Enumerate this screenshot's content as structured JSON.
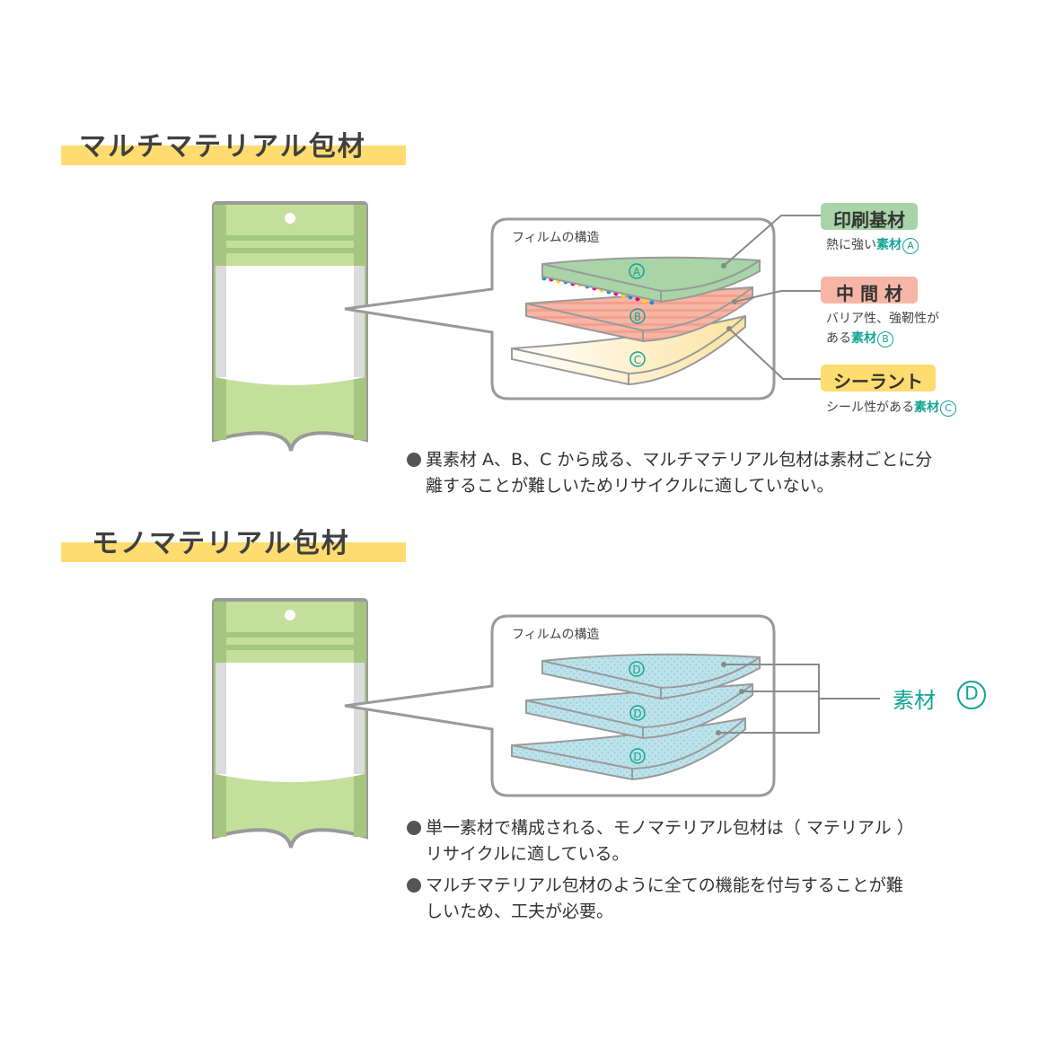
{
  "sections": {
    "multi": {
      "title": "マルチマテリアル包材",
      "film_caption": "フィルムの構造",
      "layers": [
        {
          "mark": "A",
          "label": "印刷基材",
          "desc_line1": "熱に強い",
          "desc_material": "素材",
          "color": "#a8d4a8"
        },
        {
          "mark": "B",
          "label": "中 間 材",
          "desc_line1": "バリア性、強靭性が",
          "desc_line2_prefix": "ある",
          "desc_material": "素材",
          "color": "#f7b6a5"
        },
        {
          "mark": "C",
          "label": "シーラント",
          "desc_line1": "シール性がある",
          "desc_material": "素材",
          "color": "#fde3a0"
        }
      ],
      "note_line1": "異素材 A、B、C から成る、マルチマテリアル包材は素材ごとに分",
      "note_line2": "離することが難しいためリサイクルに適していない。"
    },
    "mono": {
      "title": "モノマテリアル包材",
      "film_caption": "フィルムの構造",
      "layer_mark": "D",
      "material_label": "素材",
      "material_mark": "D",
      "notes": [
        {
          "line1": "単一素材で構成される、モノマテリアル包材は（ マテリアル ）",
          "line2": "リサイクルに適している。"
        },
        {
          "line1": "マルチマテリアル包材のように全ての機能を付与することが難",
          "line2": "しいため、工夫が必要。"
        }
      ]
    }
  },
  "colors": {
    "pouch_green": "#c4de9c",
    "pouch_dark": "#a5c67e",
    "accent_teal": "#12a593",
    "highlight_yellow": "#ffdc70",
    "mono_blue": "#bde3ea"
  },
  "icons": [
    "bullet-icon",
    "pouch-icon",
    "film-layer-icon"
  ]
}
